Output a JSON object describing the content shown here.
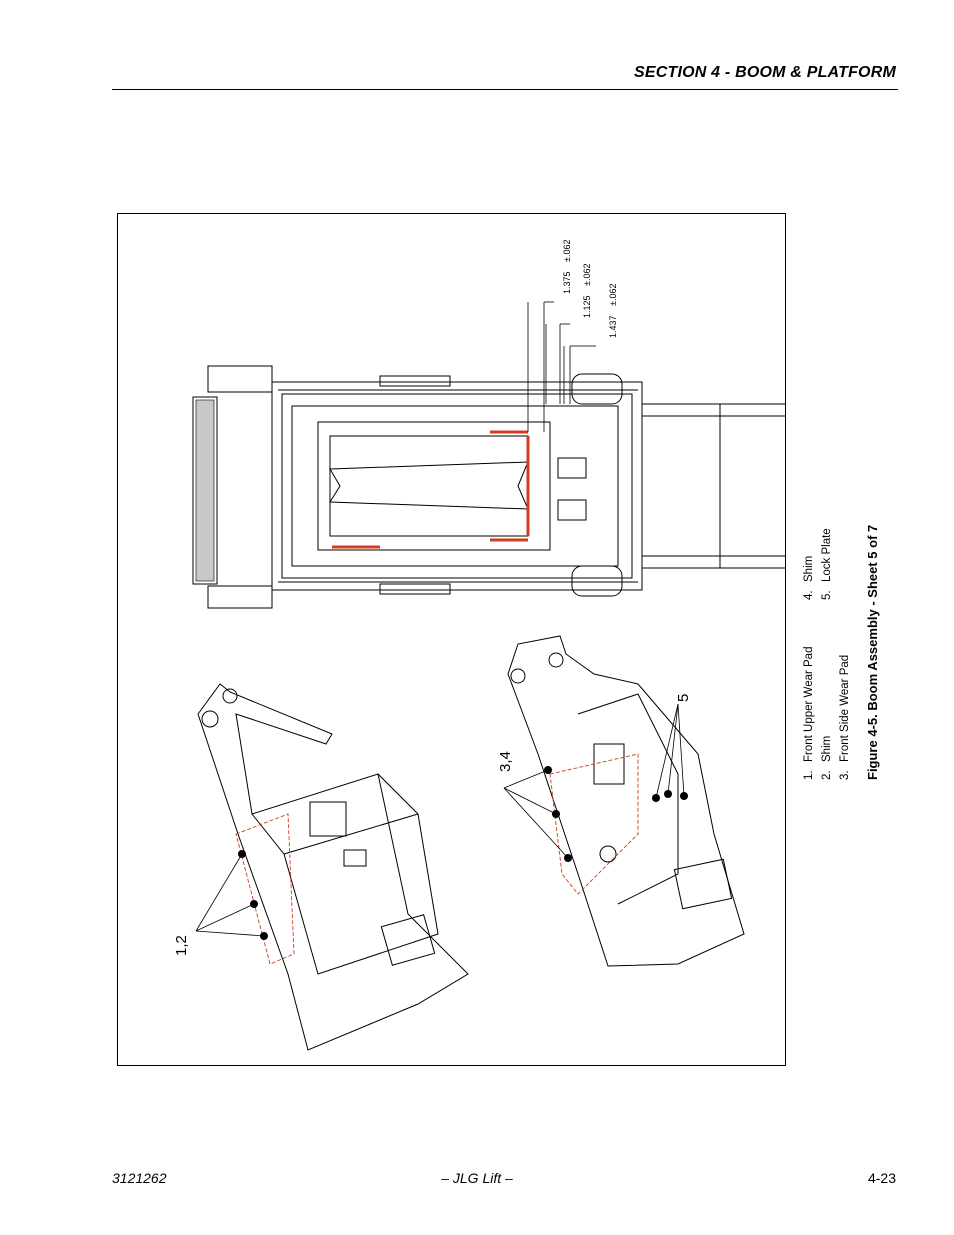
{
  "header": {
    "section_title": "SECTION 4 - BOOM & PLATFORM"
  },
  "figure": {
    "caption": "Figure 4-5.  Boom Assembly - Sheet 5 of 7",
    "legend_left": [
      {
        "num": "1.",
        "label": "Front Upper Wear Pad"
      },
      {
        "num": "2.",
        "label": "Shim"
      },
      {
        "num": "3.",
        "label": "Front Side Wear Pad"
      }
    ],
    "legend_right": [
      {
        "num": "4.",
        "label": "Shim"
      },
      {
        "num": "5.",
        "label": "Lock Plate"
      }
    ],
    "dimensions": [
      {
        "value": "1.375",
        "tolerance": "±.062"
      },
      {
        "value": "1.125",
        "tolerance": "±.062"
      },
      {
        "value": "1.437",
        "tolerance": "±.062"
      }
    ],
    "callouts": {
      "left": "1,2",
      "middle": "3,4",
      "right": "5"
    }
  },
  "footer": {
    "doc_number": "3121262",
    "publisher": "– JLG Lift –",
    "page_number": "4-23"
  }
}
